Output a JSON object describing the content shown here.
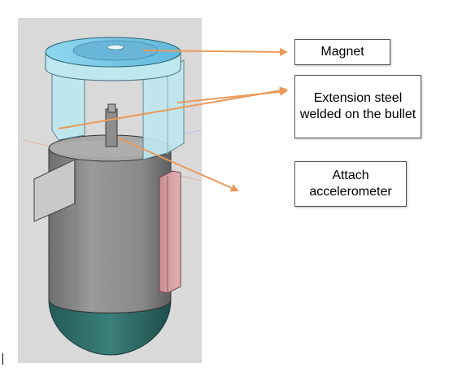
{
  "labels": {
    "magnet": "Magnet",
    "extension_steel": "Extension steel welded on the bullet",
    "accelerometer": "Attach accelerometer"
  },
  "colors": {
    "background_panel": "#d9d9d9",
    "cylinder_body": "#8e8e8e",
    "magnet_disc": "#6fc7e8",
    "extension_steel": "#bfe7ef",
    "bottom_cap": "#2e6f6b",
    "side_bar": "#d7a0a4",
    "arrow": "#e99a5a"
  }
}
